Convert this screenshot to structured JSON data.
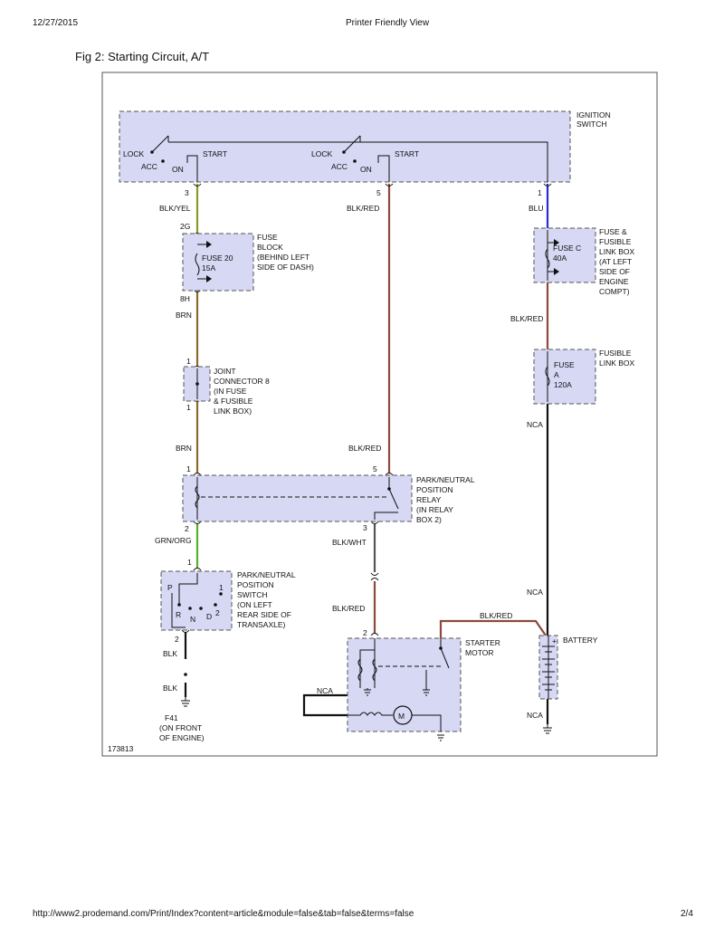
{
  "header": {
    "date": "12/27/2015",
    "title": "Printer Friendly View"
  },
  "figure": {
    "title": "Fig 2: Starting Circuit, A/T",
    "id": "173813"
  },
  "footer": {
    "url": "http://www2.prodemand.com/Print/Index?content=article&module=false&tab=false&terms=false",
    "page": "2/4"
  },
  "components": {
    "ignition_switch": [
      "IGNITION",
      "SWITCH"
    ],
    "switch_lock": "LOCK",
    "switch_acc": "ACC",
    "switch_on": "ON",
    "switch_start": "START",
    "fuse_block": [
      "FUSE",
      "BLOCK",
      "(BEHIND LEFT",
      "SIDE OF DASH)"
    ],
    "fuse20": [
      "FUSE 20",
      "15A"
    ],
    "fuse_link_box": [
      "FUSE &",
      "FUSIBLE",
      "LINK BOX",
      "(AT LEFT",
      "SIDE OF",
      "ENGINE",
      "COMPT)"
    ],
    "fuse_c": [
      "FUSE C",
      "40A"
    ],
    "fusible_link_box": [
      "FUSIBLE",
      "LINK BOX"
    ],
    "fuse_a": [
      "FUSE",
      "A",
      "120A"
    ],
    "joint_connector": [
      "JOINT",
      "CONNECTOR 8",
      "(IN FUSE",
      "& FUSIBLE",
      "LINK BOX)"
    ],
    "relay": [
      "PARK/NEUTRAL",
      "POSITION",
      "RELAY",
      "(IN RELAY",
      "BOX 2)"
    ],
    "pn_switch": [
      "PARK/NEUTRAL",
      "POSITION",
      "SWITCH",
      "(ON LEFT",
      "REAR SIDE OF",
      "TRANSAXLE)"
    ],
    "pn_positions": {
      "p": "P",
      "one": "1",
      "r": "R",
      "n": "N",
      "d": "D",
      "two": "2"
    },
    "starter": [
      "STARTER",
      "MOTOR"
    ],
    "motor_symbol": "M",
    "battery": "BATTERY",
    "ground": [
      "F41",
      "(ON FRONT",
      "OF ENGINE)"
    ]
  },
  "pins": {
    "sw3": "3",
    "sw5": "5",
    "sw1": "1",
    "fb_in": "2G",
    "fb_out": "8H",
    "jc_in": "1",
    "jc_out": "1",
    "relay1": "1",
    "relay5": "5",
    "relay2": "2",
    "relay3": "3",
    "pns1": "1",
    "pns2": "2",
    "starter2": "2"
  },
  "wires": {
    "blk_yel": "BLK/YEL",
    "blk_red_1": "BLK/RED",
    "blu": "BLU",
    "brn_1": "BRN",
    "blk_red_2": "BLK/RED",
    "brn_2": "BRN",
    "blk_red_3": "BLK/RED",
    "nca_1": "NCA",
    "grn_org": "GRN/ORG",
    "blk_wht": "BLK/WHT",
    "nca_2": "NCA",
    "blk_red_4": "BLK/RED",
    "blk_red_5": "BLK/RED",
    "blk_1": "BLK",
    "blk_2": "BLK",
    "nca_3": "NCA",
    "nca_4": "NCA"
  },
  "colors": {
    "blk_yel": "#8a9a2a",
    "blk_red": "#8b4a3c",
    "blu": "#2a2ad0",
    "brn": "#8a6a2a",
    "grn_org": "#5aae2a",
    "blk_wht": "#555555",
    "blk": "#111111",
    "box_fill": "#d6d8f4"
  }
}
